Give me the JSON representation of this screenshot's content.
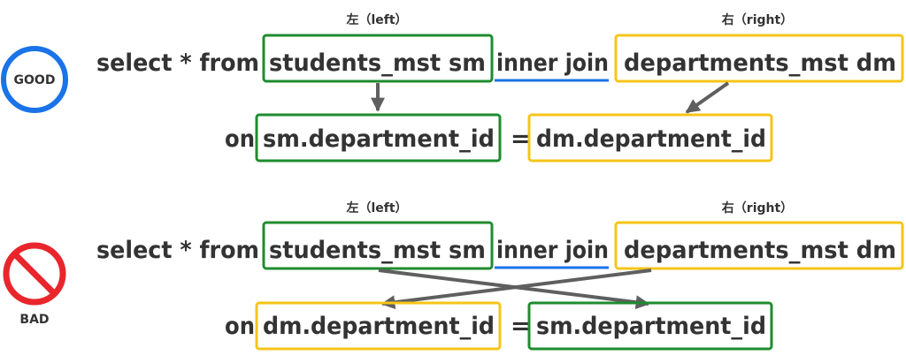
{
  "colors": {
    "text": "#333333",
    "left_box": "#1e8c2e",
    "right_box": "#f5c518",
    "join_underline": "#1a73e8",
    "good": "#1a73e8",
    "bad": "#e8262c",
    "arrow": "#5f5f5f"
  },
  "good": {
    "badge": "GOOD",
    "badge_icon": "circle-icon",
    "label_left": "左（left）",
    "label_right": "右（right）",
    "select_prefix": "select * from",
    "left_table": "students_mst sm",
    "join_keyword": "inner join",
    "right_table": "departments_mst dm",
    "on_keyword": "on",
    "on_left": "sm.department_id",
    "equals": "=",
    "on_right": "dm.department_id"
  },
  "bad": {
    "badge": "BAD",
    "badge_icon": "prohibited-icon",
    "label_left": "左（left）",
    "label_right": "右（right）",
    "select_prefix": "select * from",
    "left_table": "students_mst sm",
    "join_keyword": "inner join",
    "right_table": "departments_mst dm",
    "on_keyword": "on",
    "on_left": "dm.department_id",
    "equals": "=",
    "on_right": "sm.department_id"
  }
}
